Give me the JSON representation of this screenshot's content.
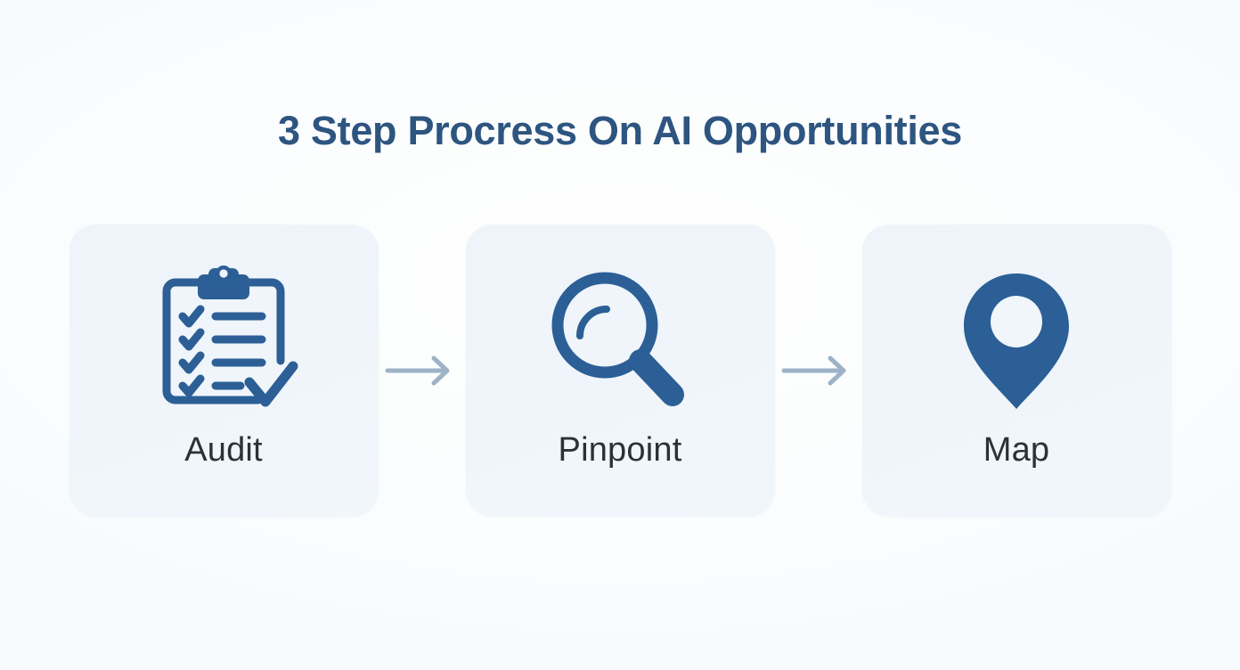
{
  "page": {
    "background_color": "#fdfefe",
    "title": "3 Step Procress On AI Opportunities",
    "title_color": "#2d5580"
  },
  "theme": {
    "card_background": "#eff5fa",
    "icon_blue": "#2b5f96",
    "label_color": "#2c3138",
    "arrow_color": "#9db3c7"
  },
  "flow": {
    "steps": [
      {
        "index": "1",
        "label": "Audit",
        "icon": "clipboard-checklist-icon"
      },
      {
        "index": "2",
        "label": "Pinpoint",
        "icon": "magnifying-glass-icon"
      },
      {
        "index": "3",
        "label": "Map",
        "icon": "map-pin-icon"
      }
    ],
    "connectors": [
      {
        "icon": "arrow-right-icon"
      },
      {
        "icon": "arrow-right-icon"
      }
    ]
  }
}
